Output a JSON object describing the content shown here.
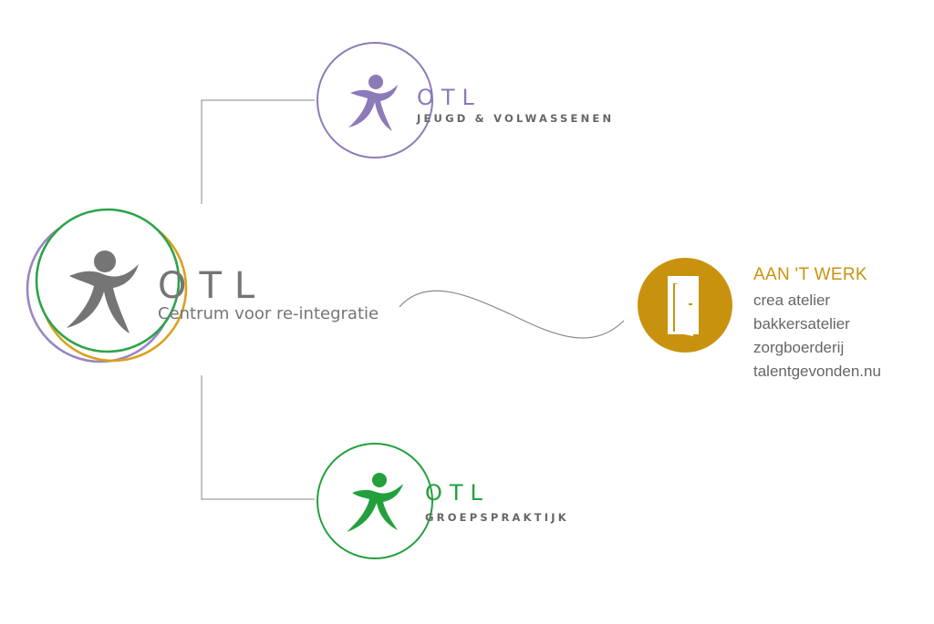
{
  "main_node": {
    "wordmark": "OTL",
    "subtitle": "Centrum voor re-integratie",
    "colors": {
      "figure": "#757575",
      "ring_green": "#2ea34a",
      "ring_orange": "#d9a21b",
      "ring_purple": "#9a86c2"
    }
  },
  "youth_node": {
    "wordmark": "OTL",
    "subtitle": "JEUGD & VOLWASSENEN",
    "color": "#8d7ab8"
  },
  "group_node": {
    "wordmark": "OTL",
    "subtitle": "GROEPSPRAKTIJK",
    "color": "#23a03c"
  },
  "work_node": {
    "title": "AAN 'T WERK",
    "items": [
      "crea atelier",
      "bakkersatelier",
      "zorgboerderij",
      "talentgevonden.nu"
    ],
    "icon": "door-icon",
    "color": "#c9920e"
  },
  "connectors": {
    "color": "#8a8a8a"
  }
}
